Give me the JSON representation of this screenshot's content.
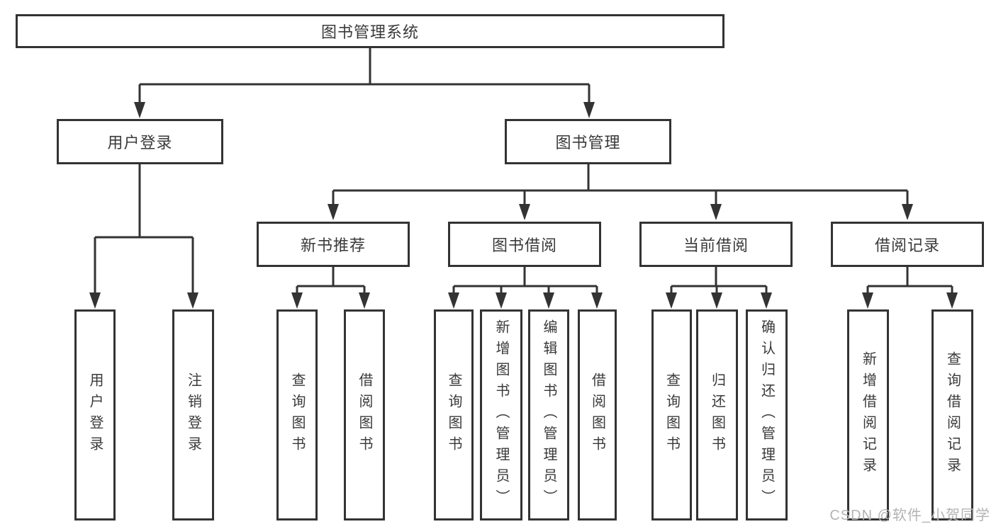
{
  "diagram": {
    "root": {
      "label": "图书管理系统"
    },
    "level2": [
      "用户登录",
      "图书管理"
    ],
    "level3": [
      "新书推荐",
      "图书借阅",
      "当前借阅",
      "借阅记录"
    ],
    "leaves": [
      "用户登录",
      "注销登录",
      "查询图书",
      "借阅图书",
      "查询图书",
      "新增图书（管理员）",
      "编辑图书（管理员）",
      "借阅图书",
      "查询图书",
      "归还图书",
      "确认归还（管理员）",
      "新增借阅记录",
      "查询借阅记录"
    ],
    "watermark": "CSDN @软件_小贺同学",
    "colors": {
      "line": "#333333",
      "text": "#3a3a3a",
      "watermark": "#b3b3b3",
      "background": "#ffffff"
    }
  }
}
